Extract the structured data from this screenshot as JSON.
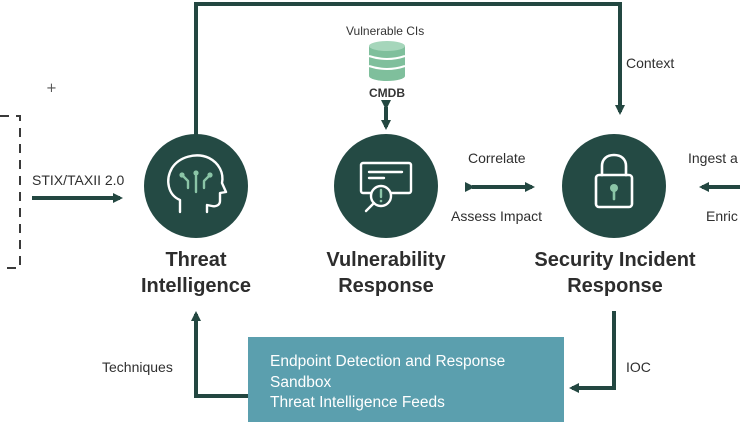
{
  "diagram": {
    "nodes": {
      "threat_intelligence": {
        "label_line1": "Threat",
        "label_line2": "Intelligence"
      },
      "vulnerability_response": {
        "label_line1": "Vulnerability",
        "label_line2": "Response"
      },
      "security_incident_response": {
        "label_line1": "Security Incident",
        "label_line2": "Response"
      }
    },
    "cmdb": {
      "caption": "Vulnerable CIs",
      "label": "CMDB"
    },
    "edge_labels": {
      "stix": "STIX/TAXII 2.0",
      "context": "Context",
      "correlate": "Correlate",
      "assess_impact": "Assess Impact",
      "ingest": "Ingest a",
      "enrich": "Enric",
      "techniques": "Techniques",
      "ioc": "IOC"
    },
    "sources_box": {
      "items": [
        "Endpoint Detection and Response",
        "Sandbox",
        "Threat Intelligence Feeds"
      ]
    },
    "colors": {
      "node_fill": "#244a44",
      "arrow": "#234741",
      "icon_accent": "#8bc5a7",
      "box_fill": "#5b9fae"
    }
  }
}
